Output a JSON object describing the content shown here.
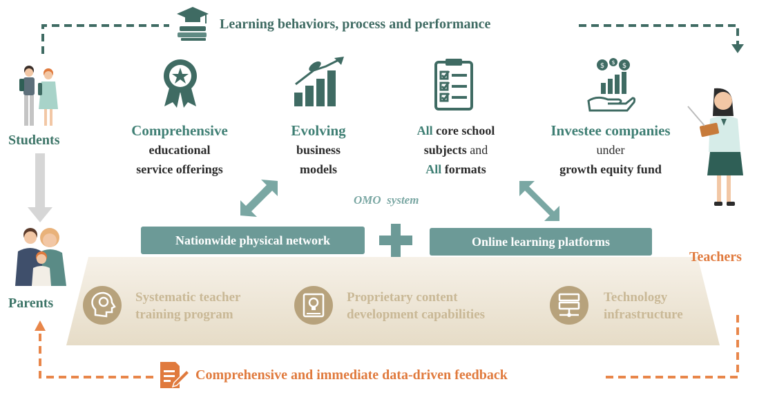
{
  "top_flow": {
    "label": "Learning behaviors, process and performance",
    "icon": "graduation-cap-books-icon"
  },
  "students": {
    "label": "Students",
    "icon": "students-icon"
  },
  "parents": {
    "label": "Parents",
    "icon": "family-icon"
  },
  "teachers": {
    "label": "Teachers",
    "icon": "teacher-icon"
  },
  "columns": [
    {
      "icon": "award-ribbon-icon",
      "line1": "Comprehensive",
      "line2": "educational",
      "line3": "service offerings"
    },
    {
      "icon": "rocket-growth-chart-icon",
      "line1": "Evolving",
      "line2": "business",
      "line3": "models"
    },
    {
      "icon": "checklist-clipboard-icon",
      "line1a": "All",
      "line1b": " core school",
      "line2a": "subjects",
      "line2b": " and",
      "line3a": "All",
      "line3b": " formats"
    },
    {
      "icon": "hand-money-growth-icon",
      "line1": "Investee companies",
      "line2": "under",
      "line3": "growth equity fund"
    }
  ],
  "omo": "OMO  system",
  "pills": {
    "left": "Nationwide physical network",
    "right": "Online learning platforms"
  },
  "base": [
    {
      "icon": "gear-head-icon",
      "line1": "Systematic teacher",
      "line2": "training program"
    },
    {
      "icon": "lightbulb-book-icon",
      "line1": "Proprietary content",
      "line2": "development capabilities"
    },
    {
      "icon": "server-network-icon",
      "line1": "Technology",
      "line2": "infrastructure"
    }
  ],
  "feedback": {
    "label": "Comprehensive and immediate data-driven feedback",
    "icon": "document-pen-icon"
  },
  "colors": {
    "teal": "#3f7f74",
    "pill": "#6c9a97",
    "orange": "#e07a3d",
    "beige": "#b7a27c"
  }
}
